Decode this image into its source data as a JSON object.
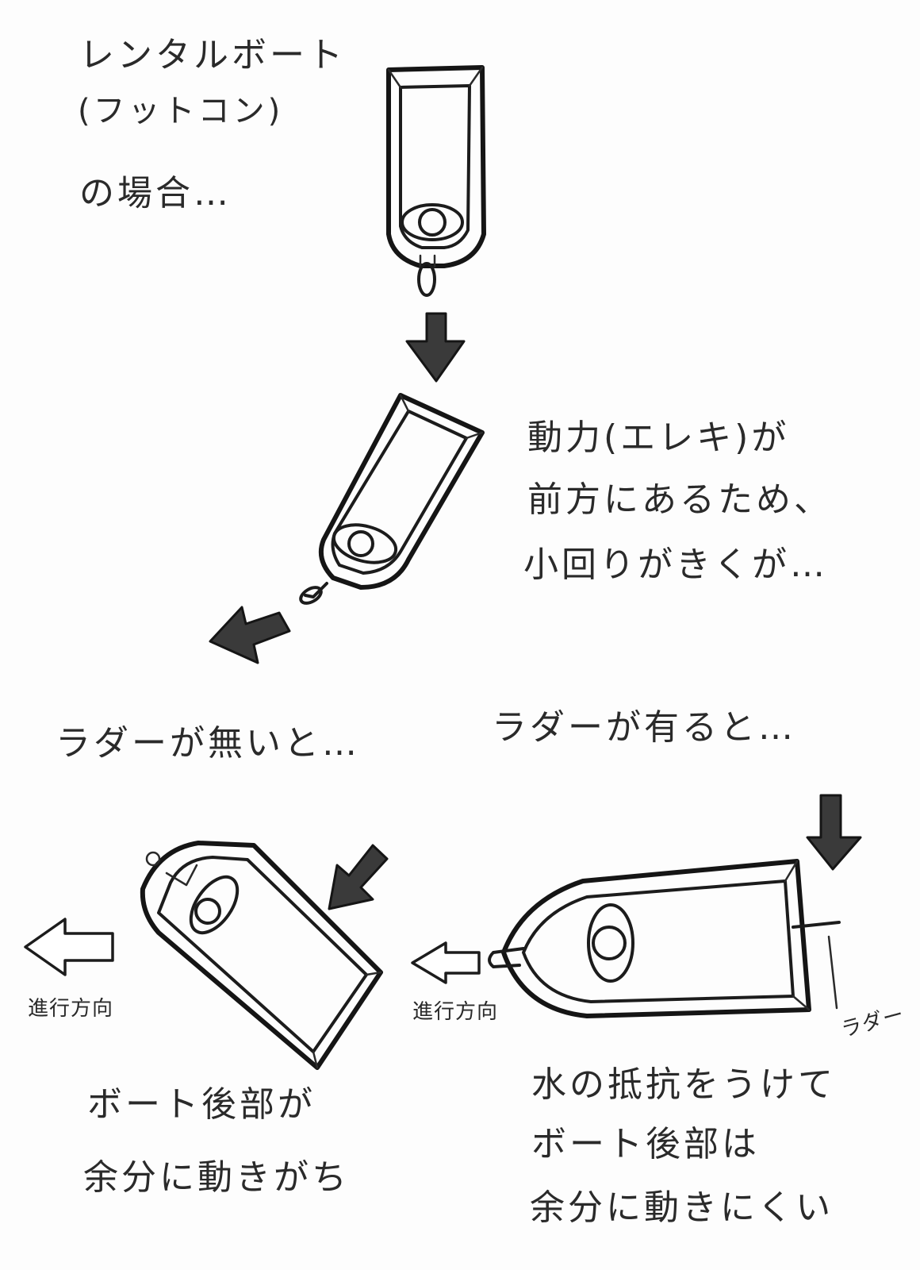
{
  "intro": {
    "line1": "レンタルボート",
    "line2": "(フットコン)",
    "line3": "の場合…"
  },
  "power_note": {
    "line1": "動力(エレキ)が",
    "line2": "前方にあるため、",
    "line3": "小回りがきくが…"
  },
  "no_rudder": {
    "heading": "ラダーが無いと…",
    "direction_label": "進行方向",
    "caption_line1": "ボート後部が",
    "caption_line2": "余分に動きがち"
  },
  "with_rudder": {
    "heading": "ラダーが有ると…",
    "direction_label": "進行方向",
    "rudder_label": "ラダー",
    "caption_line1": "水の抵抗をうけて",
    "caption_line2": "ボート後部は",
    "caption_line3": "余分に動きにくい"
  }
}
